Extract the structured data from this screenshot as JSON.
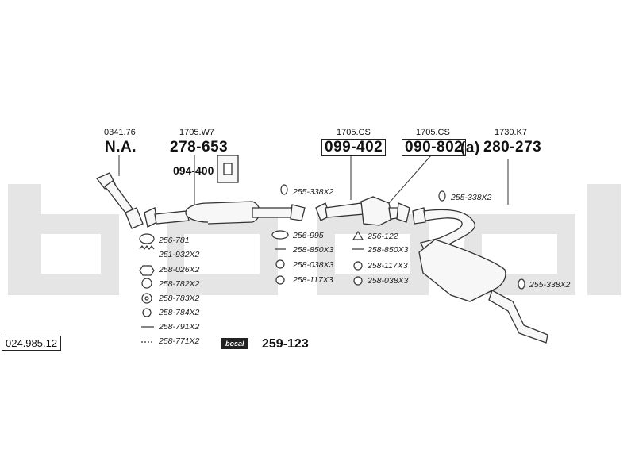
{
  "colors": {
    "watermark": "#e5e5e5",
    "line": "#333333"
  },
  "catalog_number": "024.985.12",
  "watermark": {
    "text": "bosal"
  },
  "sections": [
    {
      "ref": "0341.76",
      "part": "N.A."
    },
    {
      "ref": "1705.W7",
      "part": "278-653",
      "sub_part": "094-400"
    },
    {
      "ref": "1705.CS",
      "part": "099-402"
    },
    {
      "ref": "1705.CS",
      "part": "090-802",
      "suffix": "(a)"
    },
    {
      "ref": "1730.K7",
      "part": "280-273"
    }
  ],
  "left_parts": [
    "256-781",
    "251-932X2",
    "258-026X2",
    "258-782X2",
    "258-783X2",
    "258-784X2",
    "258-791X2",
    "258-771X2"
  ],
  "middle_parts": [
    "256-995",
    "258-850X3",
    "258-038X3",
    "258-117X3"
  ],
  "right_parts": [
    "256-122",
    "258-850X3",
    "258-117X3",
    "258-038X3"
  ],
  "clamps": [
    "255-338X2",
    "255-338X2",
    "255-338X2"
  ],
  "kit": {
    "brand": "bosal",
    "number": "259-123"
  }
}
